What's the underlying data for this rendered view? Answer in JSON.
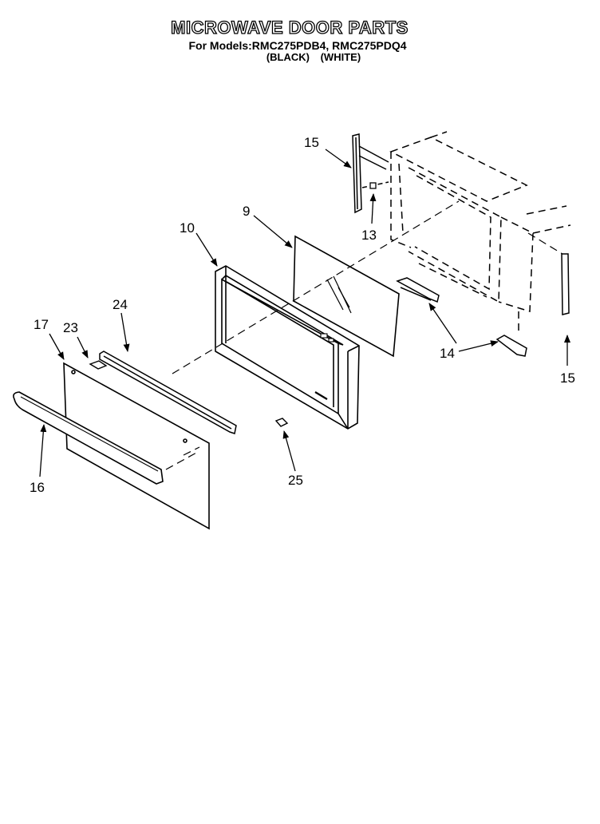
{
  "header": {
    "title": "MICROWAVE DOOR PARTS",
    "models_line": "For Models:RMC275PDB4, RMC275PDQ4",
    "colors_line": "(BLACK)   (WHITE)"
  },
  "callouts": [
    {
      "id": "c15a",
      "label": "15"
    },
    {
      "id": "c13",
      "label": "13"
    },
    {
      "id": "c9",
      "label": "9"
    },
    {
      "id": "c10",
      "label": "10"
    },
    {
      "id": "c24",
      "label": "24"
    },
    {
      "id": "c17",
      "label": "17"
    },
    {
      "id": "c23",
      "label": "23"
    },
    {
      "id": "c14",
      "label": "14"
    },
    {
      "id": "c15b",
      "label": "15"
    },
    {
      "id": "c16",
      "label": "16"
    },
    {
      "id": "c25",
      "label": "25"
    }
  ]
}
